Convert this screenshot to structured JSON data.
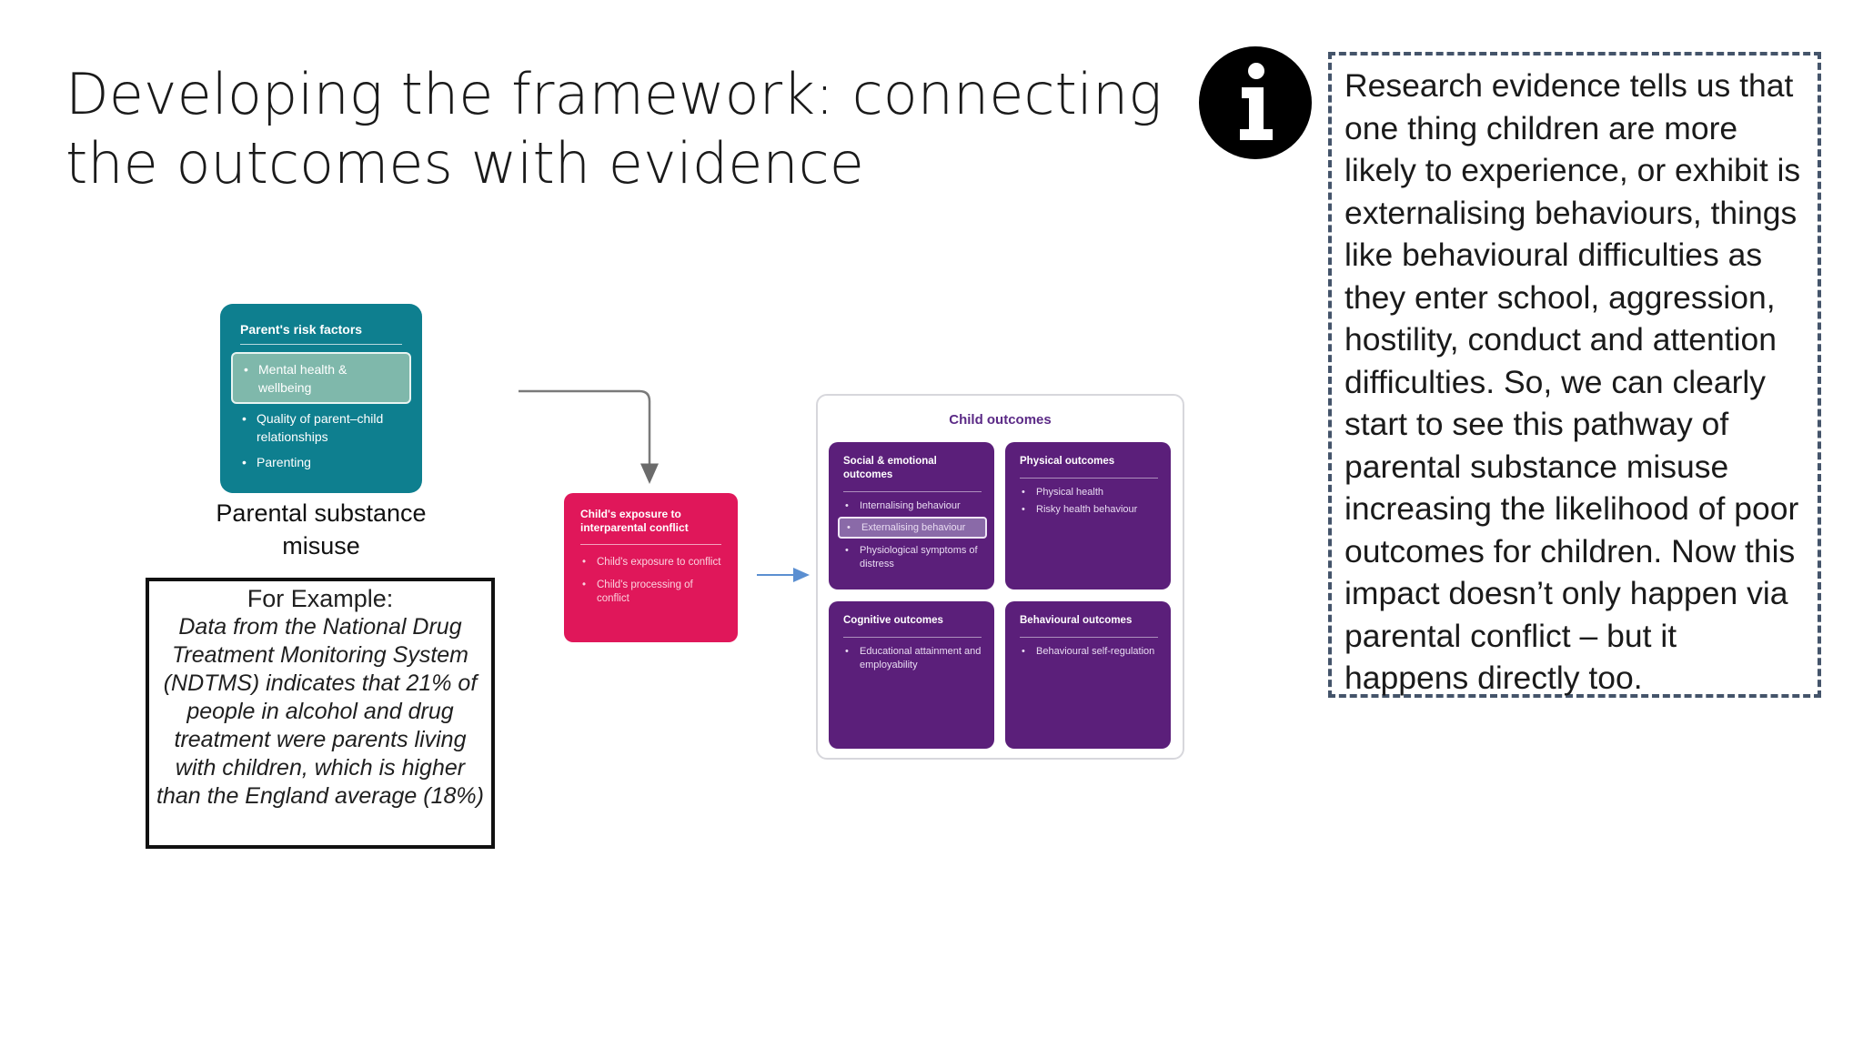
{
  "slide": {
    "title": "Developing the framework: connecting the outcomes with evidence"
  },
  "info": {
    "icon": "info-icon",
    "note": "Research evidence tells us that one thing children are more likely to experience, or exhibit is externalising behaviours, things like behavioural difficulties as they enter school, aggression, hostility, conduct and attention difficulties. So, we can clearly start to see this pathway of parental substance misuse increasing the likelihood of poor outcomes for children. Now this impact doesn’t only happen via parental conflict – but it happens directly too."
  },
  "risk_card": {
    "title": "Parent's risk factors",
    "highlighted_item": "Mental health & wellbeing",
    "items": [
      "Quality of parent–child relationships",
      "Parenting"
    ],
    "caption": "Parental substance misuse"
  },
  "example": {
    "heading": "For Example:",
    "body": "Data from the National Drug Treatment Monitoring System (NDTMS) indicates that 21% of people in alcohol and drug treatment were parents living with children, which is higher than the England average (18%)"
  },
  "exposure_card": {
    "title": "Child's exposure to interparental conflict",
    "items": [
      "Child's exposure to conflict",
      "Child's processing of conflict"
    ]
  },
  "outcomes": {
    "title": "Child outcomes",
    "social": {
      "title": "Social & emotional outcomes",
      "items": [
        "Internalising behaviour",
        "Externalising behaviour",
        "Physiological symptoms of distress"
      ]
    },
    "physical": {
      "title": "Physical outcomes",
      "items": [
        "Physical health",
        "Risky health behaviour"
      ]
    },
    "cognitive": {
      "title": "Cognitive outcomes",
      "items": [
        "Educational attainment and employability"
      ]
    },
    "behavioural": {
      "title": "Behavioural outcomes",
      "items": [
        "Behavioural self-regulation"
      ]
    }
  },
  "colors": {
    "risk_card": "#0e7f8f",
    "exposure_card": "#e0175a",
    "outcome_card": "#5b1f7a",
    "note_border": "#44546a",
    "arrow_blue": "#5b8fd1"
  }
}
